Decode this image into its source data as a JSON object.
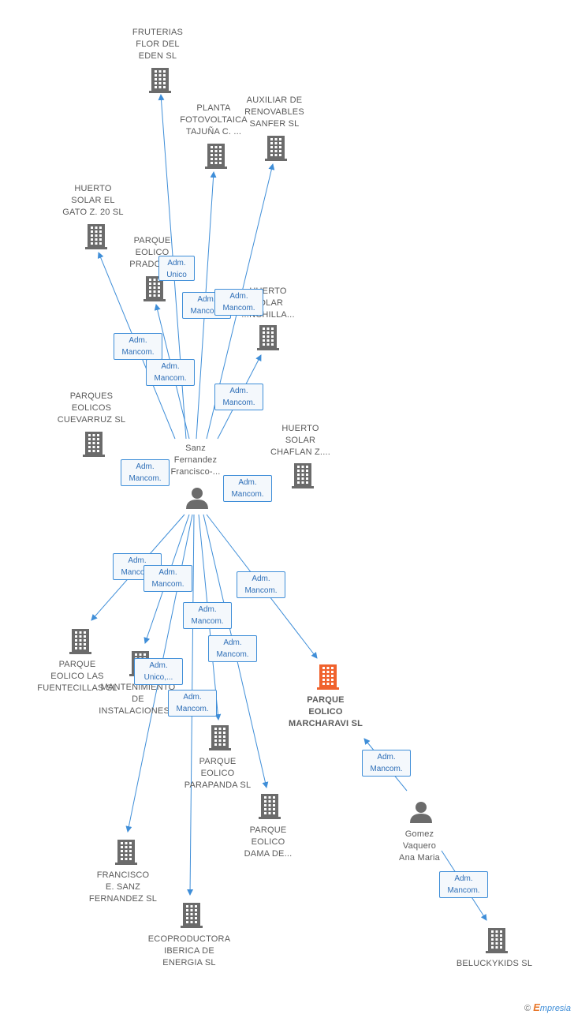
{
  "nodes": {
    "fruterias": {
      "label": "FRUTERIAS\nFLOR DEL\nEDEN SL",
      "type": "company"
    },
    "planta": {
      "label": "PLANTA\nFOTOVOLTAICA\nTAJUÑA C. ...",
      "type": "company"
    },
    "auxiliar": {
      "label": "AUXILIAR DE\nRENOVABLES\nSANFER SL",
      "type": "company"
    },
    "gato": {
      "label": "HUERTO\nSOLAR EL\nGATO Z. 20 SL",
      "type": "company"
    },
    "prados": {
      "label": "PARQUE\nEOLICO\nPRADOS...",
      "type": "company"
    },
    "huerto_solar": {
      "label": "HUERTO\nSOLAR\n...NCHILLA...",
      "type": "company"
    },
    "cuevarruz": {
      "label": "PARQUES\nEOLICOS\nCUEVARRUZ SL",
      "type": "company"
    },
    "chaflan": {
      "label": "HUERTO\nSOLAR\nCHAFLAN Z....",
      "type": "company"
    },
    "sanz": {
      "label": "Sanz\nFernandez\nFrancisco-...",
      "type": "person"
    },
    "fuentecillas": {
      "label": "PARQUE\nEOLICO LAS\nFUENTECILLAS SL",
      "type": "company"
    },
    "mantenimiento": {
      "label": "MANTENIMIENTO\nDE\nINSTALACIONES...",
      "type": "company"
    },
    "marcharavi": {
      "label": "PARQUE\nEOLICO\nMARCHARAVI SL",
      "type": "main"
    },
    "parapanda": {
      "label": "PARQUE\nEOLICO\nPARAPANDA SL",
      "type": "company"
    },
    "dama": {
      "label": "PARQUE\nEOLICO\nDAMA DE...",
      "type": "company"
    },
    "gomez": {
      "label": "Gomez\nVaquero\nAna Maria",
      "type": "person"
    },
    "francisco_sl": {
      "label": "FRANCISCO\nE. SANZ\nFERNANDEZ SL",
      "type": "company"
    },
    "ecoproductora": {
      "label": "ECOPRODUCTORA\nIBERICA DE\nENERGIA SL",
      "type": "company"
    },
    "beluckykids": {
      "label": "BELUCKYKIDS SL",
      "type": "company"
    }
  },
  "badges": [
    "Adm.\nUnico",
    "Adm.\nMancom.",
    "Adm.\nMancom.",
    "Adm.\nMancom.",
    "Adm.\nMancom.",
    "Adm.\nMancom.",
    "Adm.\nMancom.",
    "Adm.\nMancom.",
    "Adm.\nMancom.",
    "Adm.\nMancom.",
    "Adm.\nMancom.",
    "Adm.\nMancom.",
    "Adm.\nMancom.",
    "Adm.\nUnico,...",
    "Adm.\nMancom.",
    "Adm.\nMancom.",
    "Adm.\nMancom."
  ],
  "colors": {
    "edge": "#3f8ed8",
    "company": "#6b6b6b",
    "main": "#f0622d",
    "person": "#6b6b6b"
  },
  "footer": {
    "copyright": "©",
    "brand_e": "E",
    "brand_rest": "mpresia"
  }
}
